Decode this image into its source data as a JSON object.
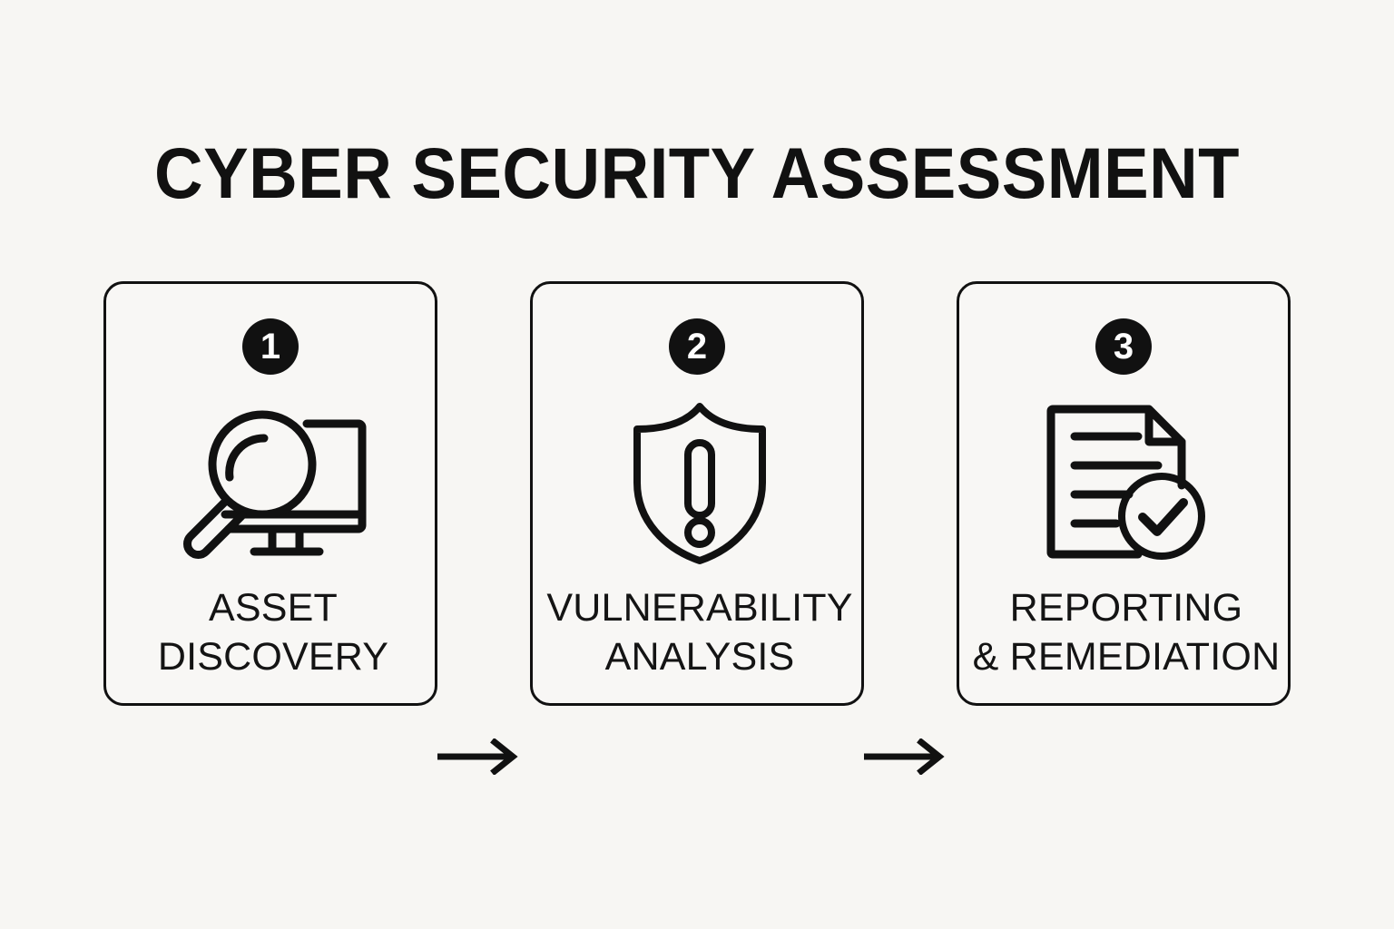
{
  "page": {
    "title": "CYBER SECURITY ASSESSMENT",
    "background_color": "#f7f6f3",
    "ink_color": "#111111",
    "badge_text_color": "#ffffff"
  },
  "flow": {
    "steps": [
      {
        "number": "1",
        "label": "ASSET\nDISCOVERY",
        "icon": "magnifier-monitor-icon"
      },
      {
        "number": "2",
        "label": "VULNERABILITY\nANALYSIS",
        "icon": "shield-alert-icon"
      },
      {
        "number": "3",
        "label": "REPORTING\n& REMEDIATION",
        "icon": "document-check-icon"
      }
    ],
    "connectors": [
      {
        "name": "arrow-right-icon"
      },
      {
        "name": "arrow-right-icon"
      }
    ]
  }
}
